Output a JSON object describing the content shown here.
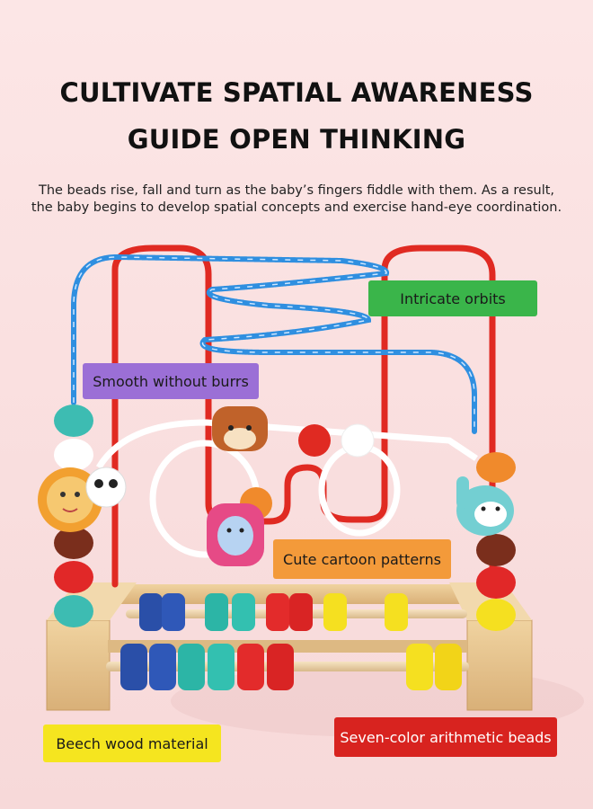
{
  "headline": {
    "line1": "CULTIVATE SPATIAL AWARENESS",
    "line2": "GUIDE OPEN THINKING"
  },
  "description": {
    "line1": "The beads rise, fall and turn as the baby’s fingers fiddle with them. As a result,",
    "line2": "the baby begins to develop spatial concepts and exercise hand-eye coordination."
  },
  "labels": {
    "orbits": "Intricate orbits",
    "smooth": "Smooth without burrs",
    "cartoon": "Cute cartoon patterns",
    "beech": "Beech wood material",
    "seven": "Seven-color arithmetic beads"
  },
  "colors": {
    "background": "#fce6e6",
    "orbits_tag": "#3ab54a",
    "smooth_tag": "#9b6fd6",
    "cartoon_tag": "#f39a3a",
    "beech_tag": "#f5e51f",
    "seven_tag": "#d8231f",
    "wire_red": "#e02a22",
    "wire_blue": "#2f8fe0",
    "wood": "#e7c48f"
  }
}
